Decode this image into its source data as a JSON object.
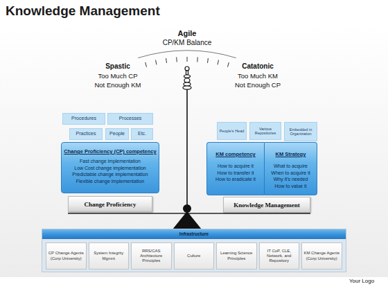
{
  "diagram": {
    "title": "Knowledge Management",
    "nodes": [
      {
        "text": [
          "Procedures"
        ]
      },
      {
        "text": [
          "Processes"
        ]
      },
      {
        "text": [
          "Practices"
        ]
      },
      {
        "text": [
          "People"
        ]
      },
      {
        "text": [
          "Etc."
        ]
      },
      {
        "text": [
          "Change Proficiency (CP) competency",
          "Fast change implementation",
          "Low Cost change implementation",
          "Predictable change implementation",
          "Flexible change implementation"
        ]
      },
      {
        "text": [
          "Change Proficiency"
        ]
      },
      {
        "text": [
          "People's Head"
        ]
      },
      {
        "text": [
          "Various Repositories"
        ]
      },
      {
        "text": [
          "Embedded in Organization"
        ]
      },
      {
        "text": [
          "KM competency",
          "How to acquire it",
          "How to transfer it",
          "How to eradicate it"
        ]
      },
      {
        "text": [
          "KM Strategy",
          "What to acquire",
          "When to acquire it",
          "Why it's needed",
          "How to value it"
        ]
      },
      {
        "text": [
          "Knowledge Management"
        ]
      },
      {
        "text": [
          "Infrastructure"
        ]
      },
      {
        "text": [
          "CP Change Agents (Corp University)"
        ],
        "in": 13
      },
      {
        "text": [
          "System Integrity Mgmnt"
        ],
        "in": 13
      },
      {
        "text": [
          "RRS/CAS Architecture Principles"
        ],
        "in": 13
      },
      {
        "text": [
          "Culture"
        ],
        "in": 13
      },
      {
        "text": [
          "Learning Science Principles"
        ],
        "in": 13
      },
      {
        "text": [
          "IT CoP, CLE, Network, and Repository"
        ],
        "in": 13
      },
      {
        "text": [
          "KM Change Agents (Corp University)"
        ],
        "in": 13
      }
    ],
    "labels": [
      "Agile",
      "CP/KM Balance",
      "Spastic",
      "Too Much CP",
      "Not Enough KM",
      "Catatonic",
      "Too Much KM",
      "Not Enough CP",
      "Your Logo"
    ]
  }
}
